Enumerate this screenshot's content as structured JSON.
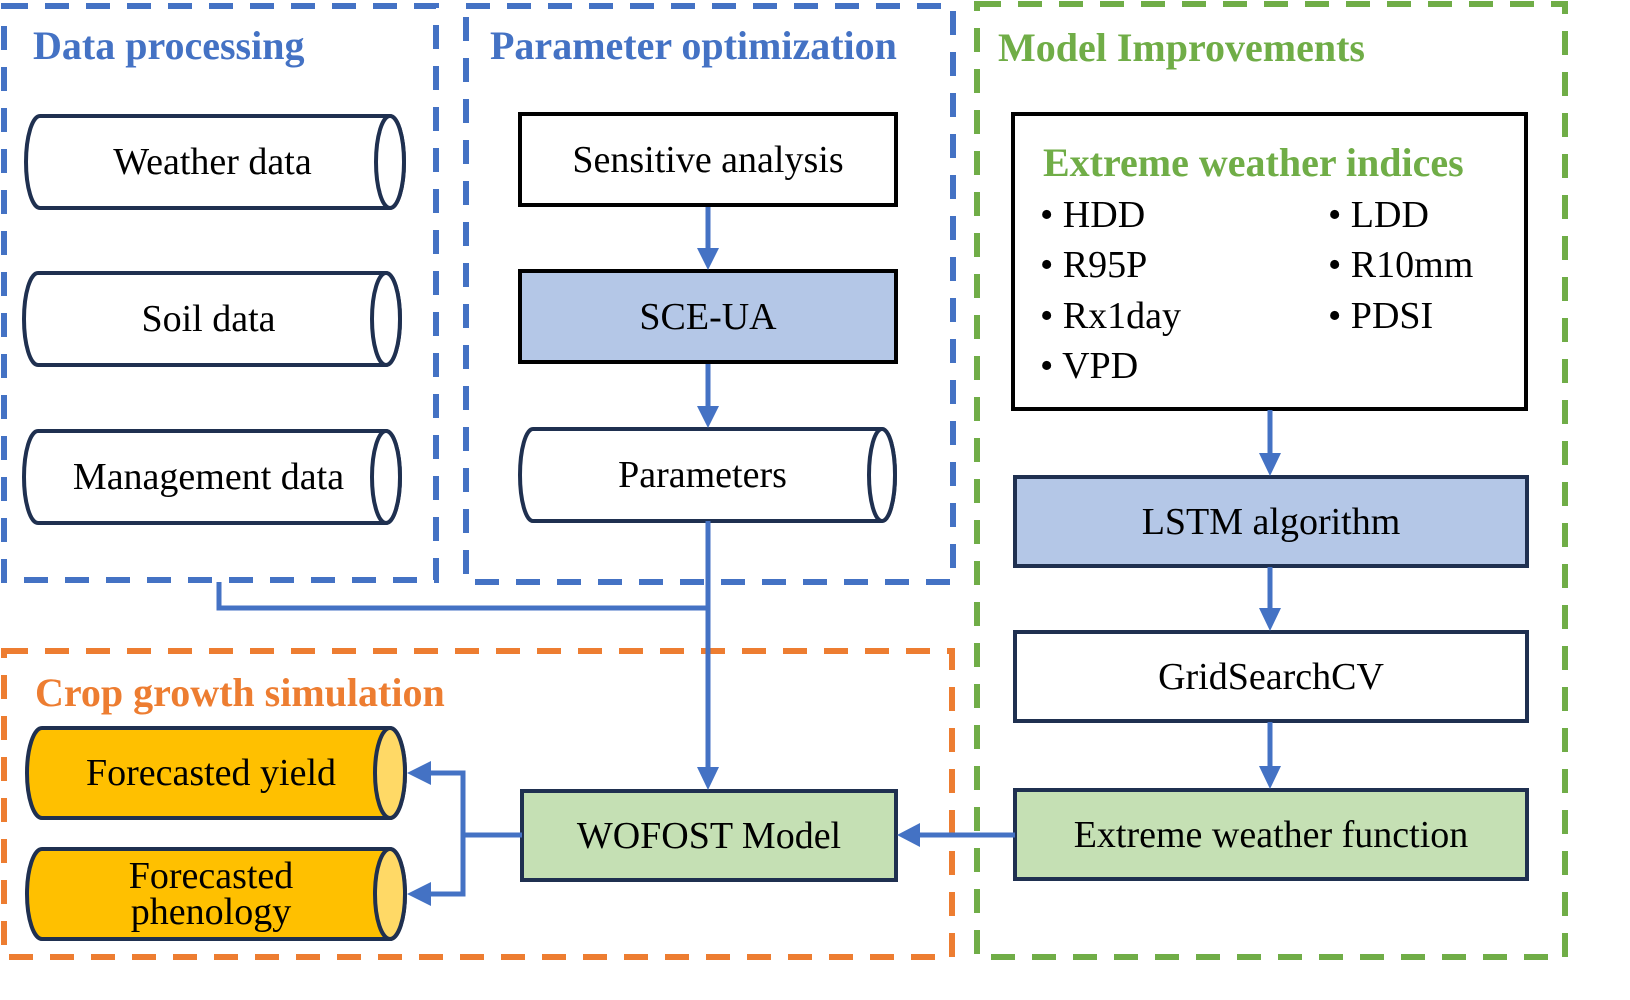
{
  "colors": {
    "blue_section": "#4472C4",
    "green_section": "#70AD47",
    "orange_section": "#ED7D31",
    "arrow": "#4472C4",
    "node_border": "#1F3050",
    "box_blue_fill": "#B4C7E7",
    "box_green_fill": "#C5E0B4",
    "cyl_orange_fill": "#FFC000",
    "cyl_orange_cap": "#FFD966"
  },
  "sections": {
    "data_processing": {
      "title": "Data processing"
    },
    "parameter_optimization": {
      "title": "Parameter optimization"
    },
    "model_improvements": {
      "title": "Model Improvements"
    },
    "crop_growth_simulation": {
      "title": "Crop growth simulation"
    }
  },
  "nodes": {
    "weather_data": "Weather data",
    "soil_data": "Soil data",
    "management_data": "Management data",
    "sensitive_analysis": "Sensitive analysis",
    "sce_ua": "SCE-UA",
    "parameters": "Parameters",
    "lstm_algorithm": "LSTM algorithm",
    "gridsearchcv": "GridSearchCV",
    "extreme_weather_function": "Extreme weather function",
    "wofost_model": "WOFOST Model",
    "forecasted_yield": "Forecasted yield",
    "forecasted_phenology_line1": "Forecasted",
    "forecasted_phenology_line2": "phenology"
  },
  "indices_box": {
    "title": "Extreme weather indices",
    "left_column": [
      "• HDD",
      "• R95P",
      "• Rx1day",
      "• VPD"
    ],
    "right_column": [
      "• LDD",
      "• R10mm",
      "• PDSI"
    ]
  }
}
